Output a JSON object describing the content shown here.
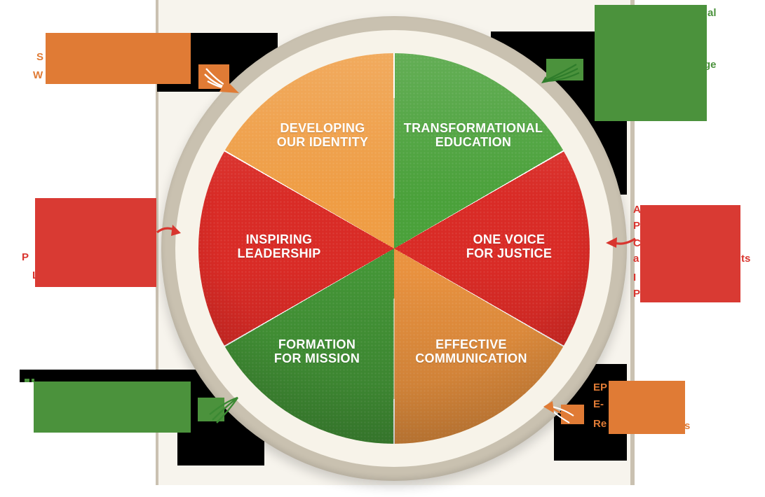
{
  "diagram": {
    "title": "six-segment strategy wheel",
    "segments": [
      {
        "name": "developing-our-identity",
        "line1": "DEVELOPING",
        "line2": "OUR IDENTITY",
        "color": "#ef9d44"
      },
      {
        "name": "transformational-education",
        "line1": "TRANSFORMATIONAL",
        "line2": "EDUCATION",
        "color": "#4aa13a"
      },
      {
        "name": "one-voice-for-justice",
        "line1": "ONE VOICE",
        "line2": "FOR JUSTICE",
        "color": "#d92b26"
      },
      {
        "name": "effective-communication",
        "line1": "EFFECTIVE",
        "line2": "COMMUNICATION",
        "color": "#e9923f"
      },
      {
        "name": "formation-for-mission",
        "line1": "FORMATION",
        "line2": "FOR MISSION",
        "color": "#449637"
      },
      {
        "name": "inspiring-leadership",
        "line1": "INSPIRING",
        "line2": "LEADERSHIP",
        "color": "#d92b26"
      }
    ],
    "colors": {
      "ring": "#c9c1b0",
      "inner_ring": "#f7f3e9",
      "panel": "#f7f4ed",
      "panel_border": "#cac1b1",
      "redaction_orange": "#e07b35",
      "redaction_green": "#4b923c",
      "redaction_red": "#d93a33",
      "black_patch": "#000000"
    }
  },
  "fragments": {
    "top_left": [
      "S",
      "W"
    ],
    "top_right": [
      "al",
      "ge"
    ],
    "left": [
      "P",
      "L"
    ],
    "right_column": [
      "A",
      "P",
      "C",
      "a",
      "I",
      "P"
    ],
    "right_edge": "ts",
    "bottom_right_column": [
      "EP",
      "E-",
      "Re"
    ],
    "bottom_right_edge": "s"
  }
}
